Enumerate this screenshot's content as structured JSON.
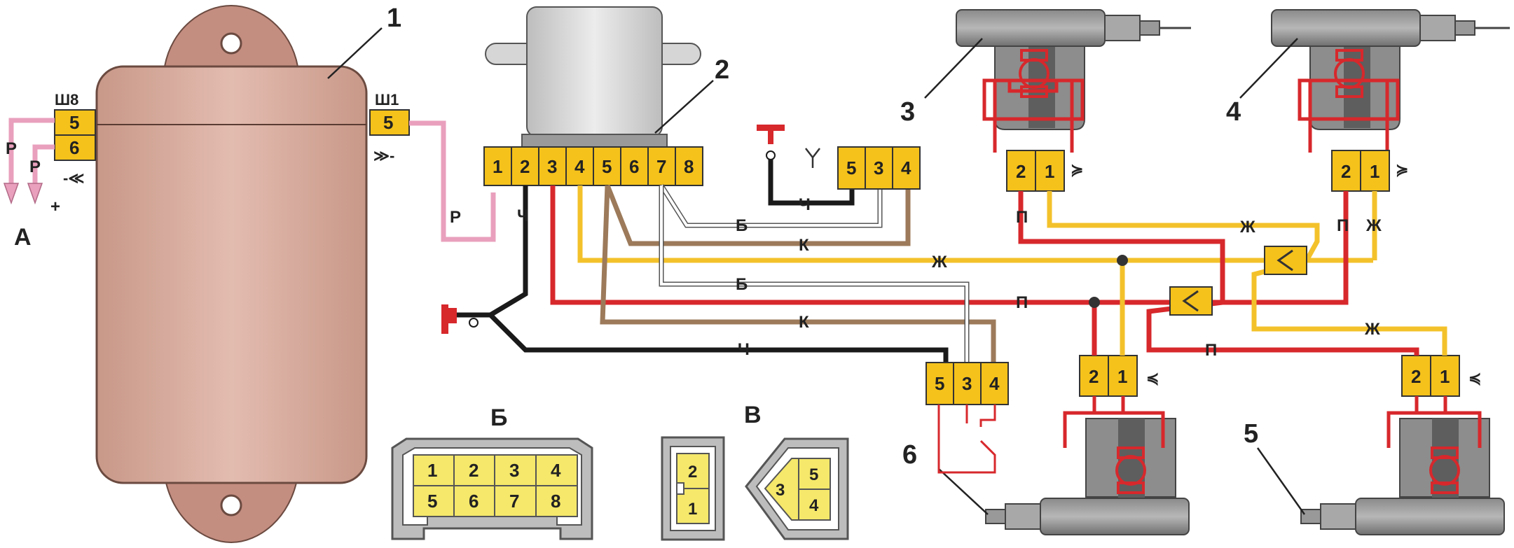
{
  "callouts": {
    "unit": "1",
    "relay": "2",
    "front_left": "3",
    "front_right": "4",
    "rear_right": "5",
    "rear_left": "6"
  },
  "unit_block": {
    "left_connector": "Ш8",
    "left_pins": [
      "5",
      "6"
    ],
    "right_connector": "Ш1",
    "right_pin": "5",
    "left_wire_labels": [
      "Р",
      "Р"
    ],
    "plus_sign": "+",
    "left_caption": "А"
  },
  "relay_connector": {
    "pins": [
      "1",
      "2",
      "3",
      "4",
      "5",
      "6",
      "7",
      "8"
    ]
  },
  "switch_connector": {
    "pins": [
      "5",
      "3",
      "4"
    ]
  },
  "rear_connector": {
    "pins": [
      "5",
      "3",
      "4"
    ]
  },
  "actuator_pins": [
    "2",
    "1"
  ],
  "wire_labels": {
    "pink": "Р",
    "black": "Ч",
    "white": "Б",
    "brown": "К",
    "yellow": "Ж",
    "red": "П"
  },
  "bottom": {
    "b_caption": "Б",
    "b_pins": [
      "1",
      "2",
      "3",
      "4",
      "5",
      "6",
      "7",
      "8"
    ],
    "v_caption": "В",
    "v_two_pins": [
      "2",
      "1"
    ],
    "v_three_pins": [
      "5",
      "3",
      "4"
    ]
  },
  "colors": {
    "pink": "#e9a0bc",
    "black": "#1a1a1a",
    "white": "#ffffff",
    "brown": "#9c7a5a",
    "yellow": "#f3c22b",
    "red": "#d7282c",
    "connector": "#f5c21b",
    "unit": "#d8ac9c"
  }
}
